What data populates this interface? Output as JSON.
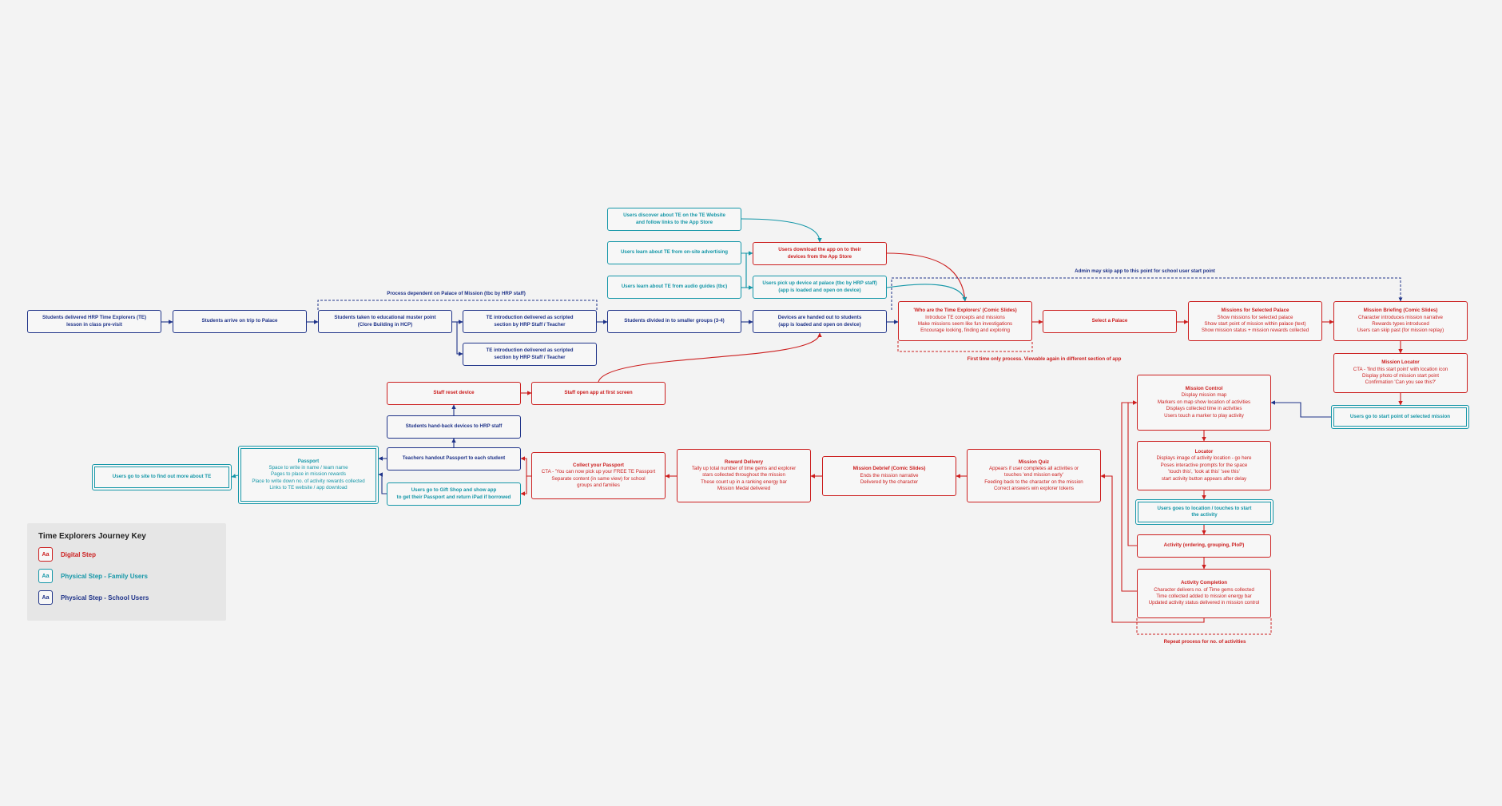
{
  "diagram": {
    "nodes": [
      {
        "id": "n1",
        "type": "school",
        "title": "",
        "lines": [
          "Students delivered HRP Time Explorers (TE)",
          "lesson in class pre-visit"
        ]
      },
      {
        "id": "n2",
        "type": "school",
        "title": "",
        "lines": [
          "Students arrive on trip to Palace"
        ]
      },
      {
        "id": "n3",
        "type": "school",
        "title": "",
        "lines": [
          "Students taken to educational muster point",
          "(Clore Building in HCP)"
        ]
      },
      {
        "id": "n4",
        "type": "school",
        "title": "",
        "lines": [
          "TE introduction delivered as scripted",
          "section by HRP Staff / Teacher"
        ]
      },
      {
        "id": "n5",
        "type": "school",
        "title": "",
        "lines": [
          "TE introduction delivered as scripted",
          "section by HRP Staff / Teacher"
        ]
      },
      {
        "id": "n6",
        "type": "school",
        "title": "",
        "lines": [
          "Students divided in to smaller groups (3-4)"
        ]
      },
      {
        "id": "n7",
        "type": "school",
        "title": "",
        "lines": [
          "Devices are handed out to students",
          "(app is loaded and open on device)"
        ]
      },
      {
        "id": "f1",
        "type": "family",
        "title": "",
        "lines": [
          "Users discover about TE on the TE Website",
          "and follow links to the App Store"
        ]
      },
      {
        "id": "f2",
        "type": "family",
        "title": "",
        "lines": [
          "Users learn about TE from on-site advertising"
        ]
      },
      {
        "id": "f3",
        "type": "family",
        "title": "",
        "lines": [
          "Users learn about TE from audio guides (tbc)"
        ]
      },
      {
        "id": "f4",
        "type": "family",
        "title": "",
        "lines": [
          "Users pick up device at palace (tbc by HRP staff)",
          "(app is loaded and open on device)"
        ]
      },
      {
        "id": "d1",
        "type": "digital",
        "title": "",
        "lines": [
          "Users download the app on to their",
          "devices from the App Store"
        ]
      },
      {
        "id": "d2",
        "type": "digital",
        "title": "'Who are the Time Explorers' (Comic Slides)",
        "lines": [
          "Introduce TE concepts and missions",
          "Make missions seem like fun investigations",
          "Encourage looking, finding and exploring"
        ]
      },
      {
        "id": "d3",
        "type": "digital",
        "title": "",
        "lines": [
          "Select a Palace"
        ]
      },
      {
        "id": "d4",
        "type": "digital",
        "title": "Missions for Selected Palace",
        "lines": [
          "Show missions for selected palace",
          "Show start point of mission within palace (text)",
          "Show mission status + mission rewards collected"
        ]
      },
      {
        "id": "d5",
        "type": "digital",
        "title": "Mission Briefing (Comic Slides)",
        "lines": [
          "Character introduces mission narrative",
          "Rewards types introduced",
          "Users can skip past (for mission replay)"
        ]
      },
      {
        "id": "d6",
        "type": "digital",
        "title": "Mission Locator",
        "lines": [
          "CTA - 'find this start point' with location icon",
          "Display photo of mission start point",
          "Confirmation 'Can you see this?'"
        ]
      },
      {
        "id": "f5",
        "type": "family",
        "double": true,
        "title": "",
        "lines": [
          "Users go to start point of selected mission"
        ]
      },
      {
        "id": "d7",
        "type": "digital",
        "title": "Mission Control",
        "lines": [
          "Display mission map",
          "Markers on map show location of activities",
          "Displays collected time in activities",
          "Users touch a marker to play activity"
        ]
      },
      {
        "id": "d8",
        "type": "digital",
        "title": "Locator",
        "lines": [
          "Displays image of activity location - go here",
          "Poses interactive prompts for the space",
          "'touch this', 'look at this' 'see this'",
          "start activity button appears after delay"
        ]
      },
      {
        "id": "f6",
        "type": "family",
        "double": true,
        "title": "",
        "lines": [
          "Users goes to location / touches to start",
          "the activity"
        ]
      },
      {
        "id": "d9",
        "type": "digital",
        "title": "",
        "lines": [
          "Activity (ordering, grouping, PloP)"
        ]
      },
      {
        "id": "d10",
        "type": "digital",
        "title": "Activity Completion",
        "lines": [
          "Character delivers no. of Time gems collected",
          "Time collected added to mission energy bar",
          "Updated activity status delivered in mission control"
        ]
      },
      {
        "id": "d11",
        "type": "digital",
        "title": "Mission Quiz",
        "lines": [
          "Appears if user completes all activities or",
          "touches 'end mission early'",
          "Feeding back to the character on the mission",
          "Correct answers win explorer tokens"
        ]
      },
      {
        "id": "d12",
        "type": "digital",
        "title": "Mission Debrief (Comic Slides)",
        "lines": [
          "Ends the mission narrative",
          "Delivered by the character"
        ]
      },
      {
        "id": "d13",
        "type": "digital",
        "title": "Reward Delivery",
        "lines": [
          "Tally up total number of time gems and explorer",
          "stars collected throughout the mission",
          "These count up in a ranking energy bar",
          "Mission Medal delivered"
        ]
      },
      {
        "id": "d14",
        "type": "digital",
        "title": "Collect your Passport",
        "lines": [
          "CTA - 'You can now pick up your FREE TE Passport",
          "Separate content (in same view) for school",
          "groups and families"
        ]
      },
      {
        "id": "s8",
        "type": "school",
        "title": "",
        "lines": [
          "Teachers handout Passport to each student"
        ]
      },
      {
        "id": "f7",
        "type": "family",
        "title": "",
        "lines": [
          "Users go to Gift Shop and show app",
          "to get their Passport and return iPad if borrowed"
        ]
      },
      {
        "id": "s9",
        "type": "school",
        "title": "",
        "lines": [
          "Students hand-back devices to HRP staff"
        ]
      },
      {
        "id": "d15",
        "type": "digital",
        "title": "",
        "lines": [
          "Staff reset device"
        ]
      },
      {
        "id": "d16",
        "type": "digital",
        "title": "",
        "lines": [
          "Staff open app at first screen"
        ]
      },
      {
        "id": "f8",
        "type": "family",
        "double": true,
        "title": "Passport",
        "lines": [
          "Space to write in name / team name",
          "Pages to place in mission rewards",
          "Place to write down no. of activity rewards collected",
          "Links to TE website / app download"
        ]
      },
      {
        "id": "f9",
        "type": "family",
        "double": true,
        "title": "",
        "lines": [
          "Users go to site to find out more about TE"
        ]
      }
    ],
    "annotations": [
      {
        "id": "a1",
        "type": "school",
        "text": "Process dependent on Palace of Mission (tbc by HRP staff)"
      },
      {
        "id": "a2",
        "type": "school",
        "text": "Admin may skip app to this point for school user start point"
      },
      {
        "id": "a3",
        "type": "digital",
        "text": "First time only process. Viewable again in different section of app"
      },
      {
        "id": "a4",
        "type": "digital",
        "text": "Repeat process for no. of activities"
      }
    ]
  },
  "key": {
    "title": "Time Explorers Journey Key",
    "sample": "Aa",
    "items": [
      {
        "type": "digital",
        "label": "Digital Step"
      },
      {
        "type": "family",
        "label": "Physical Step - Family Users"
      },
      {
        "type": "school",
        "label": "Physical Step - School Users"
      }
    ]
  },
  "colors": {
    "digital": "#cc1f1f",
    "family": "#1597a8",
    "school": "#1f3389",
    "background": "#f3f3f3"
  }
}
